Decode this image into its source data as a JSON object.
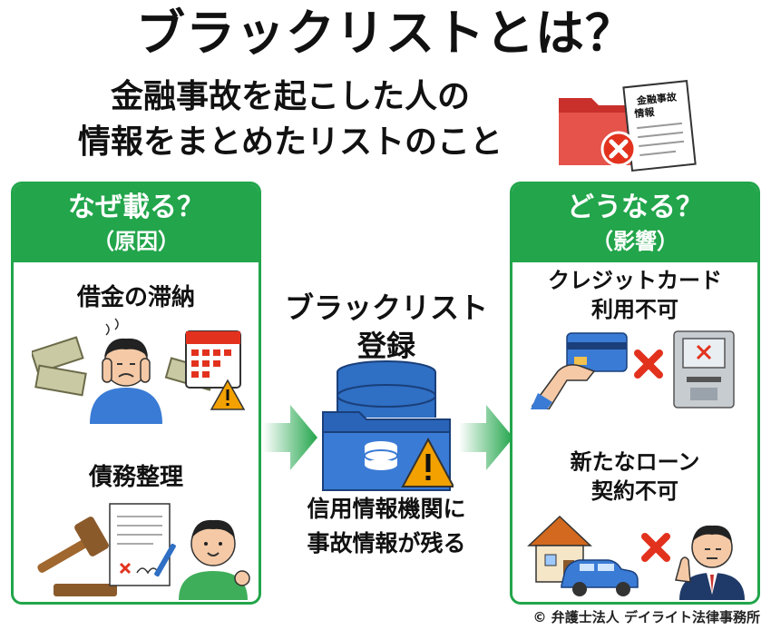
{
  "title": "ブラックリストとは？",
  "subtitle_line1": "金融事故を起こした人の",
  "subtitle_line2": "情報をまとめたリストのこと",
  "hero_doc_text_1": "金融事故",
  "hero_doc_text_2": "情報",
  "left_panel": {
    "header_main": "なぜ載る？",
    "header_sub": "（原因）",
    "item1_label": "借金の滞納",
    "item2_label": "債務整理"
  },
  "center": {
    "title_line1": "ブラックリスト",
    "title_line2": "登録",
    "desc_line1": "信用情報機関に",
    "desc_line2": "事故情報が残る"
  },
  "right_panel": {
    "header_main": "どうなる？",
    "header_sub": "（影響）",
    "item1_line1": "クレジットカード",
    "item1_line2": "利用不可",
    "item2_line1": "新たなローン",
    "item2_line2": "契約不可"
  },
  "copyright": "© 弁護士法人 デイライト法律事務所",
  "colors": {
    "accent_green": "#22a54b",
    "cross_red": "#e2321e",
    "database_blue": "#2f6fc4",
    "warning_orange": "#f2a100"
  }
}
